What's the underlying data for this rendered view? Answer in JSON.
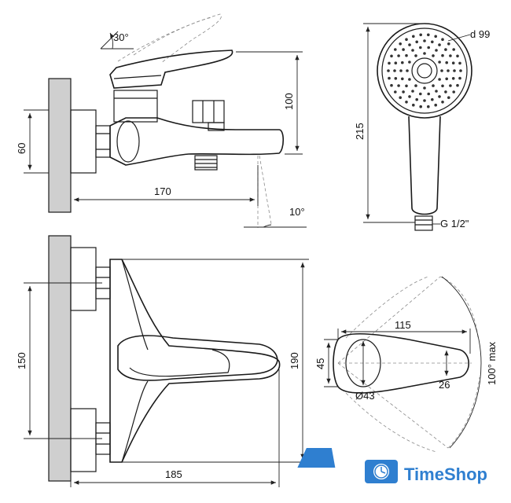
{
  "side_view": {
    "angle_handle": "30°",
    "height": "100",
    "pipe_height": "60",
    "length": "170",
    "spout_angle": "10°"
  },
  "shower_head": {
    "diameter": "d 99",
    "length": "215",
    "thread": "G 1/2\""
  },
  "top_view": {
    "spacing": "150",
    "height": "190",
    "length": "185"
  },
  "lever_view": {
    "length": "115",
    "width": "45",
    "tip_width": "26",
    "hole": "Ø43",
    "rotation": "100° max"
  },
  "logo": {
    "text": "TimeShop",
    "color": "#2f7fd0"
  }
}
